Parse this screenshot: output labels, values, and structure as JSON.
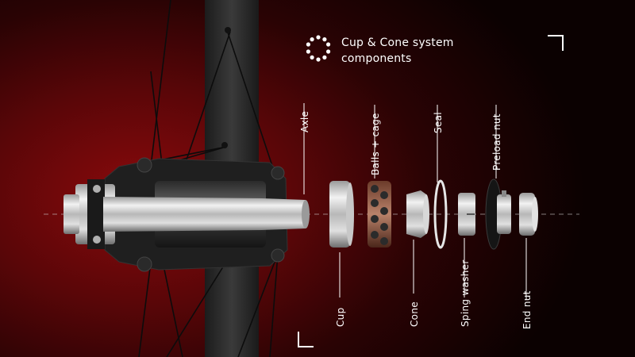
{
  "title": {
    "line1": "Cup & Cone system",
    "line2": "components",
    "icon": "dotted-circle-icon"
  },
  "labels": {
    "axle": "Axle",
    "cup": "Cup",
    "balls_cage": "Balls + cage",
    "cone": "Cone",
    "seal": "Seal",
    "spring_washer": "Sping washer",
    "preload_nut": "Preload nut",
    "end_nut": "End nut"
  },
  "colors": {
    "accent_red": "#8a0a0c",
    "metal_light": "#e8e8e8",
    "metal_dark": "#3a3a3a",
    "rim": "#2b2b2b"
  }
}
